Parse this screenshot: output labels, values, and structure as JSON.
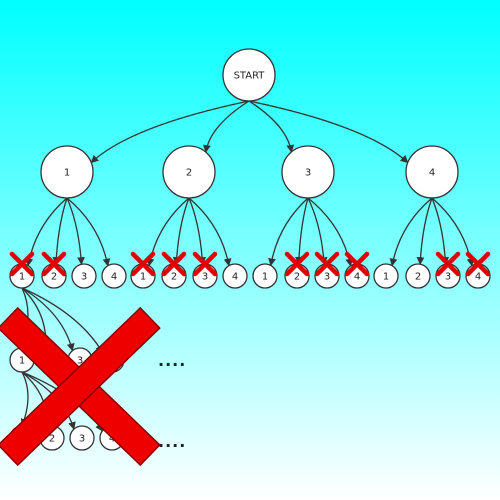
{
  "root": {
    "label": "START"
  },
  "level1": [
    {
      "label": "1"
    },
    {
      "label": "2"
    },
    {
      "label": "3"
    },
    {
      "label": "4"
    }
  ],
  "level2": [
    {
      "label": "1",
      "crossed": true
    },
    {
      "label": "2",
      "crossed": true
    },
    {
      "label": "3",
      "crossed": false
    },
    {
      "label": "4",
      "crossed": false
    },
    {
      "label": "1",
      "crossed": true
    },
    {
      "label": "2",
      "crossed": true
    },
    {
      "label": "3",
      "crossed": true
    },
    {
      "label": "4",
      "crossed": false
    },
    {
      "label": "1",
      "crossed": false
    },
    {
      "label": "2",
      "crossed": true
    },
    {
      "label": "3",
      "crossed": true
    },
    {
      "label": "4",
      "crossed": true
    },
    {
      "label": "1",
      "crossed": false
    },
    {
      "label": "2",
      "crossed": false
    },
    {
      "label": "3",
      "crossed": true
    },
    {
      "label": "4",
      "crossed": true
    }
  ],
  "level3": [
    {
      "label": "1"
    },
    {
      "label": "2"
    },
    {
      "label": "3"
    },
    {
      "label": "4"
    }
  ],
  "level4": [
    {
      "label": "1"
    },
    {
      "label": "2"
    },
    {
      "label": "3"
    },
    {
      "label": "4"
    }
  ],
  "ellipsis": "....",
  "colors": {
    "background_top": "#00ffff",
    "background_bottom": "#ffffff",
    "cross": "#e00000",
    "big_cross": "#ee0000",
    "stroke": "#333333"
  }
}
